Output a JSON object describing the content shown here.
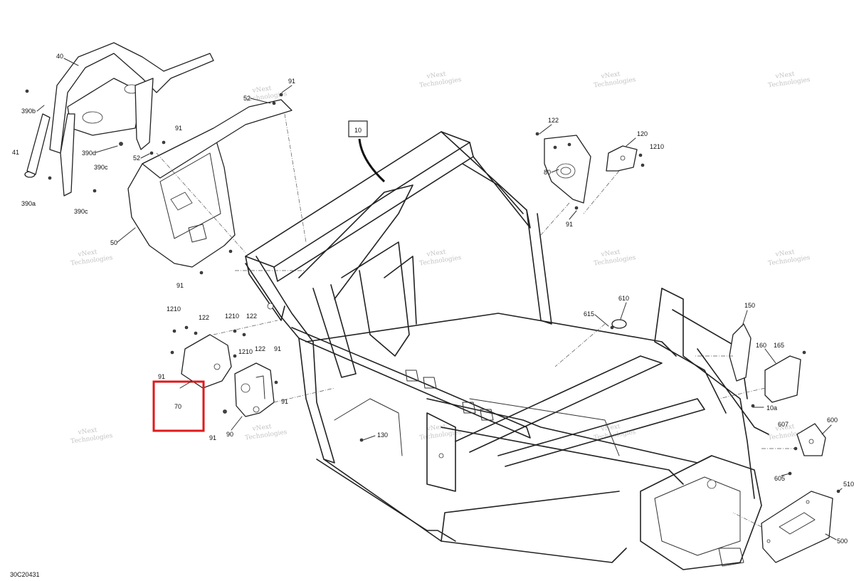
{
  "diagram": {
    "figure_code": "30C20431",
    "callout_box": "10",
    "highlight_color": "#e0191b",
    "highlighted_part": "70",
    "watermark": [
      "vNext",
      "Technologies"
    ],
    "labels": {
      "l40": "40",
      "l390b": "390b",
      "l41": "41",
      "l390d": "390d",
      "l390c_a": "390c",
      "l390a": "390a",
      "l390c_b": "390c",
      "l52_a": "52",
      "l91_a": "91",
      "l52_b": "52",
      "l91_b": "91",
      "l50": "50",
      "l91_c": "91",
      "l122_a": "122",
      "l120": "120",
      "l1210_a": "1210",
      "l80": "80",
      "l91_d": "91",
      "l1210_b": "1210",
      "l122_b": "122",
      "l1210_c": "1210",
      "l122_c": "122",
      "l1210_d": "1210",
      "l122_d": "122",
      "l91_e": "91",
      "l91_f": "91",
      "l70": "70",
      "l91_g": "91",
      "l91_h": "91",
      "l90": "90",
      "l610": "610",
      "l615": "615",
      "l150": "150",
      "l160": "160",
      "l165": "165",
      "l10a": "10a",
      "l607": "607",
      "l600": "600",
      "l605": "605",
      "l130": "130",
      "l510": "510",
      "l500": "500"
    }
  }
}
